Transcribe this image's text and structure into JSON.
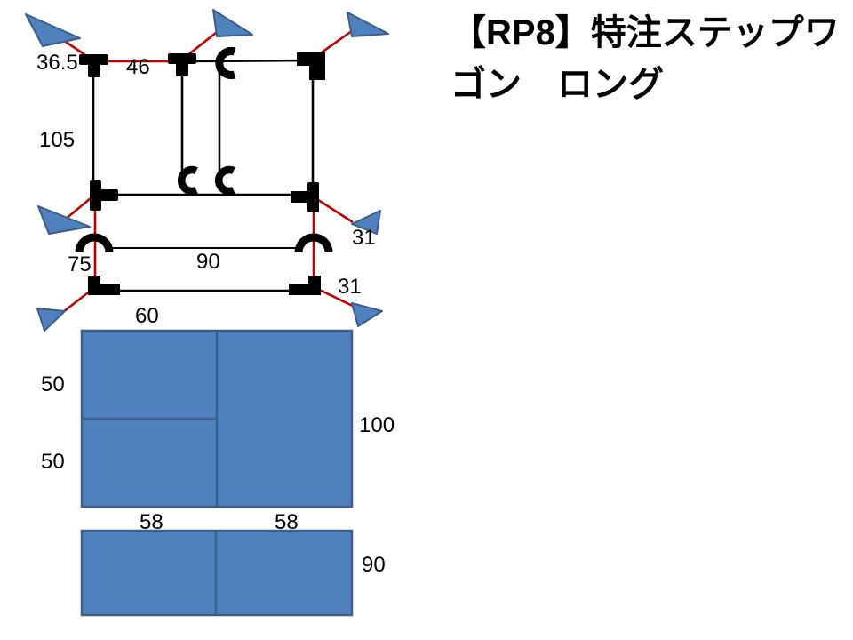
{
  "title": {
    "lines": [
      "【RP8】特注ステップワ",
      "ゴン　ロング"
    ]
  },
  "diagram": {
    "flag_stub_length": "36.5",
    "top_bar_width": "46",
    "side_bar_height": "105",
    "lower_side_height": "75",
    "middle_bar_width": "90",
    "upper_right_stub": "31",
    "lower_right_stub": "31",
    "bottom_bar_width": "60"
  },
  "panels": {
    "main": {
      "left_top_height": "50",
      "left_bottom_height": "50",
      "right_height": "100"
    },
    "lower": {
      "left_width": "58",
      "right_width": "58",
      "height": "90"
    }
  },
  "colors": {
    "joint_red": "#c00000",
    "pipe_black": "#000000",
    "flag_fill": "#4f81bd",
    "flag_border": "#385d8a",
    "panel_fill": "#4f81bd",
    "panel_border": "#3a5f8a",
    "text_color": "#000000",
    "background": "#ffffff"
  }
}
